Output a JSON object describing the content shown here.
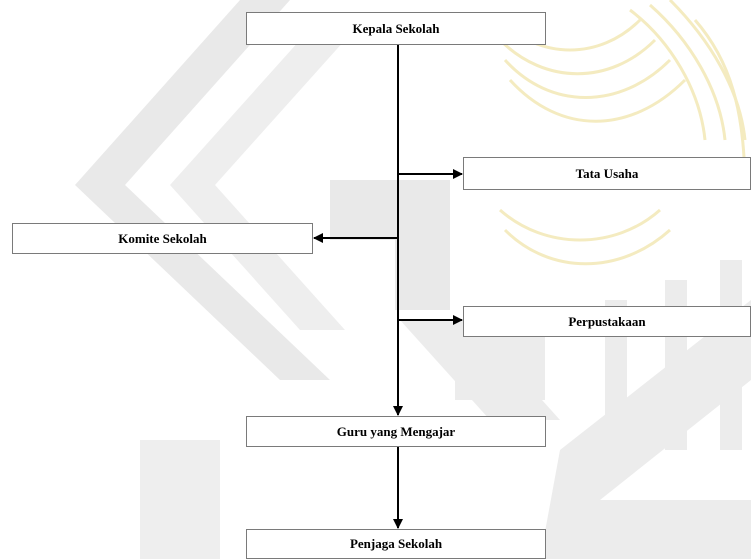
{
  "org_chart": {
    "nodes": {
      "kepala_sekolah": "Kepala Sekolah",
      "tata_usaha": "Tata Usaha",
      "komite_sekolah": "Komite Sekolah",
      "perpustakaan": "Perpustakaan",
      "guru": "Guru yang Mengajar",
      "penjaga_sekolah": "Penjaga Sekolah"
    },
    "edges": [
      {
        "from": "Kepala Sekolah",
        "to": "Tata Usaha"
      },
      {
        "from": "Kepala Sekolah",
        "to": "Komite Sekolah"
      },
      {
        "from": "Kepala Sekolah",
        "to": "Perpustakaan"
      },
      {
        "from": "Kepala Sekolah",
        "to": "Guru yang Mengajar"
      },
      {
        "from": "Guru yang Mengajar",
        "to": "Penjaga Sekolah"
      }
    ]
  },
  "colors": {
    "watermark": "#e9e9e9",
    "watermark_gold": "#f7f0cc",
    "line": "#000000",
    "box_border": "#7a7a7a"
  }
}
